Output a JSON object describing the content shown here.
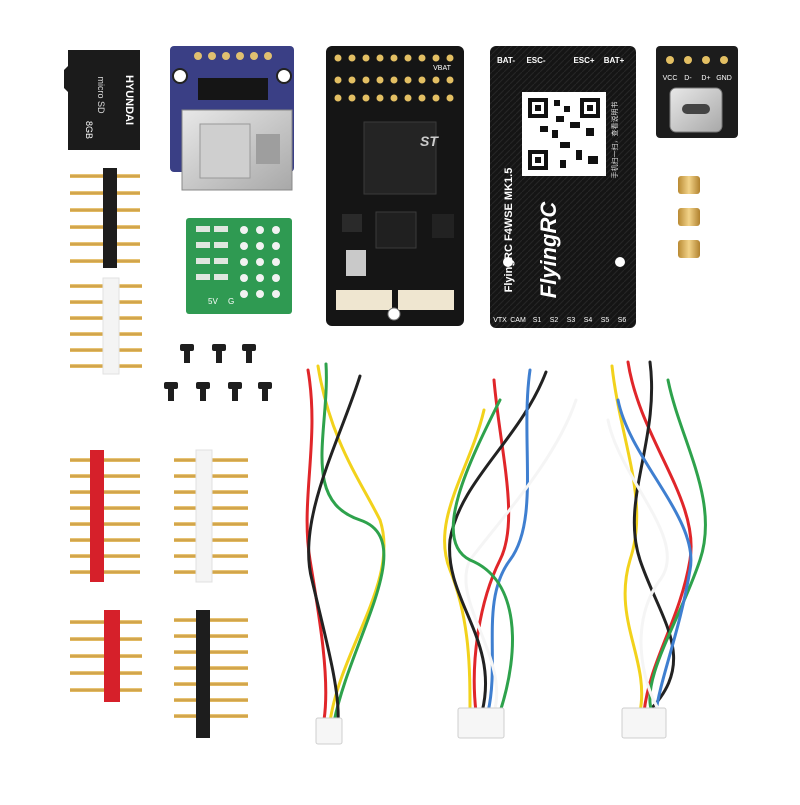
{
  "microsd_card": {
    "brand": "HYUNDAI",
    "logo_text": "micro SD",
    "capacity": "8GB"
  },
  "flight_controller": {
    "chip_logo": "ST",
    "pad_label_vbat": "VBAT"
  },
  "vtx_board": {
    "top_labels": [
      "BAT-",
      "ESC-",
      "ESC+",
      "BAT+"
    ],
    "model": "FlyingRC F4WSE MK1.5",
    "qr_caption": "手机扫一扫，查看说明书",
    "brand_logo": "FlyingRC",
    "bottom_labels": [
      "VTX",
      "CAM",
      "S1",
      "S2",
      "S3",
      "S4",
      "S5",
      "S6"
    ]
  },
  "usb_c_breakout": {
    "pin_labels": [
      "VCC",
      "D-",
      "D+",
      "GND"
    ]
  },
  "green_breakout": {
    "labels": [
      "5V",
      "G"
    ]
  },
  "colors": {
    "pcb_black": "#1a1a1a",
    "pcb_blue": "#3a3f85",
    "pcb_green": "#2f9a52",
    "header_gold": "#d4aa4f",
    "header_red": "#d6202a",
    "header_white": "#eeeeee",
    "wire_red": "#e0262a",
    "wire_yellow": "#f2d21c",
    "wire_green": "#2ea24c",
    "wire_blue": "#3f7fd0",
    "wire_black": "#222222",
    "wire_white": "#f5f5f5",
    "brass": "#d7b05a"
  }
}
